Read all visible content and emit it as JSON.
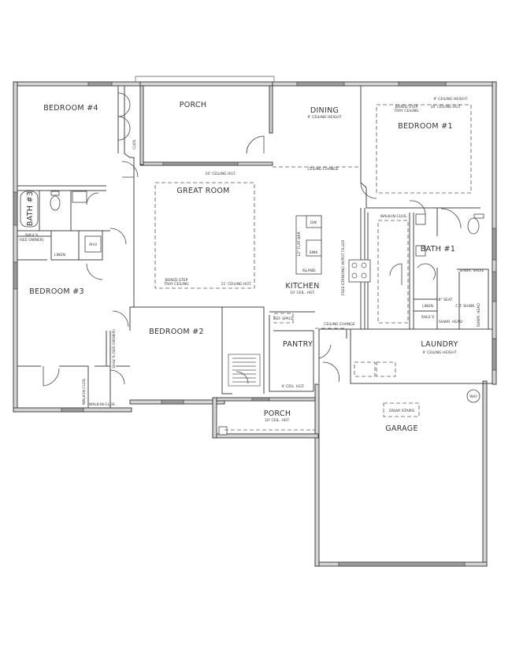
{
  "plan": {
    "rooms": {
      "bedroom4": "BEDROOM #4",
      "porch_rear": "PORCH",
      "dining": "DINING",
      "dining_ceiling": "9' CEILING HEIGHT",
      "bedroom1": "BEDROOM #1",
      "bedroom1_ceiling": "9' CEILING HEIGHT",
      "bedroom1_tray_1": "BOXED STEP",
      "bedroom1_tray_2": "TRAY CEILING",
      "bedroom1_tray_height": "10' CEILING HGT.",
      "ceiling_change_dining": "CEILING CHANGE",
      "great_room_ceiling_top": "10' CEILING HGT.",
      "great_room": "GREAT ROOM",
      "great_room_tray_1": "BOXED STEP",
      "great_room_tray_2": "TRAY CEILING",
      "great_room_tray_height": "11' CEILING HGT.",
      "closet_bed4": "CLOS.",
      "bath3": "BATH #3",
      "shelves_hall_1": "SHLV.'S",
      "shelves_hall_2": "(SEE OWNER)",
      "linen_hall": "LINEN",
      "ahu": "AHU",
      "bedroom3": "BEDROOM #3",
      "bedroom2": "BEDROOM #2",
      "shelves_bed2": "SHLV.'S (SEE OWNER)",
      "walkin_bed3": "WALK-IN-CLOS.",
      "walkin_bed2": "WALK-IN-CLOS.",
      "kitchen": "KITCHEN",
      "kitchen_ceiling": "10' CEIL. HGT.",
      "flat_bar": "12\" FLAT BAR",
      "dw": "DW",
      "sink": "SINK",
      "island": "ISLAND",
      "range": "FREE-STANDING W/POT FILLER",
      "walkin_master": "WALK-IN-CLOS.",
      "bath1": "BATH #1",
      "shower_valve": "SHWR. VALVE",
      "linen_master": "LINEN",
      "shelves_master": "SHLV.'S",
      "seat": "18\" SEAT",
      "shower": "C.T. SHWR.",
      "shower_head_1": "SHWR. HEAD",
      "shower_head_2": "SHWR. HEAD",
      "ceiling_change_kitchen": "CEILING CHANGE",
      "ref_space": "REF. SPACE",
      "pantry": "PANTRY",
      "pantry_ceiling": "9' CEIL. HGT.",
      "laundry": "LAUNDRY",
      "laundry_ceiling": "9' CEILING HEIGHT",
      "porch_front": "PORCH",
      "porch_front_ceiling": "10' CEIL. HGT.",
      "disap_stairs": "DISAP. STAIRS",
      "garage": "GARAGE",
      "water_heater": "W/H"
    }
  }
}
